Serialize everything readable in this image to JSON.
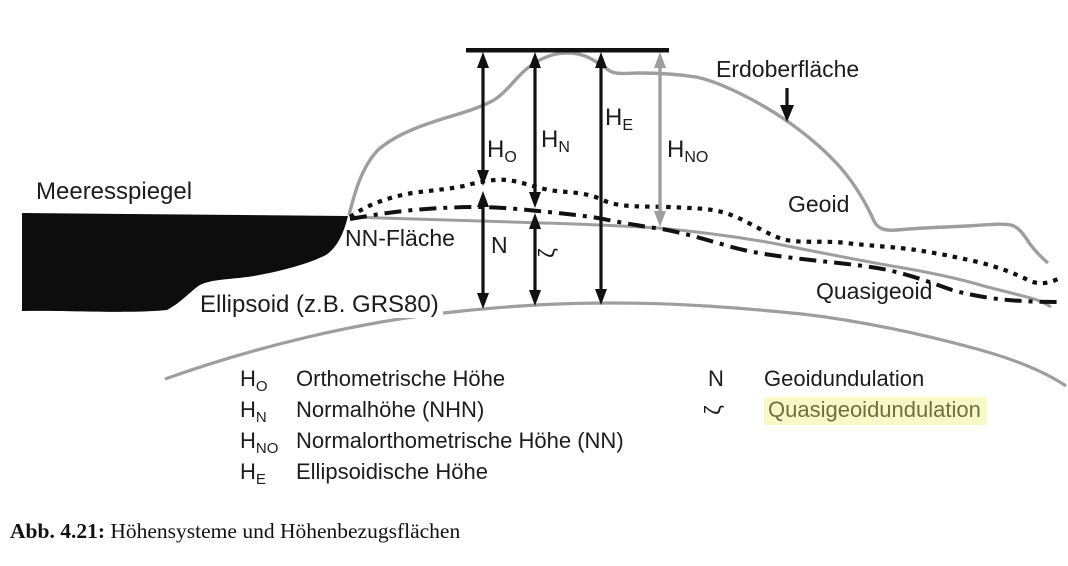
{
  "diagram": {
    "labels": {
      "sea": "Meeresspiegel",
      "nn_surface": "NN-Fläche",
      "ellipsoid": "Ellipsoid (z.B. GRS80)",
      "earth_surface": "Erdoberfläche",
      "geoid": "Geoid",
      "quasigeoid": "Quasigeoid"
    },
    "measures": {
      "ho": {
        "main": "H",
        "sub": "O"
      },
      "hn": {
        "main": "H",
        "sub": "N"
      },
      "he": {
        "main": "H",
        "sub": "E"
      },
      "hno": {
        "main": "H",
        "sub": "NO"
      },
      "n": "N",
      "zeta": "ζ"
    },
    "colors": {
      "ink": "#1c1c1c",
      "curve_gray": "#9e9e9e",
      "highlight_bg": "#f8f9c6",
      "highlight_text": "#6f6f40"
    }
  },
  "legend": {
    "left": [
      {
        "sym": "H",
        "sub": "O",
        "desc": "Orthometrische Höhe"
      },
      {
        "sym": "H",
        "sub": "N",
        "desc": "Normalhöhe (NHN)"
      },
      {
        "sym": "H",
        "sub": "NO",
        "desc": "Normalorthometrische Höhe (NN)"
      },
      {
        "sym": "H",
        "sub": "E",
        "desc": "Ellipsoidische Höhe"
      }
    ],
    "right": [
      {
        "sym": "N",
        "sub": "",
        "desc": "Geoidundulation"
      },
      {
        "sym": "ζ",
        "sub": "",
        "desc": "Quasigeoidundulation"
      }
    ]
  },
  "caption": {
    "label": "Abb. 4.21:",
    "text": " Höhensysteme und Höhenbezugsflächen"
  }
}
